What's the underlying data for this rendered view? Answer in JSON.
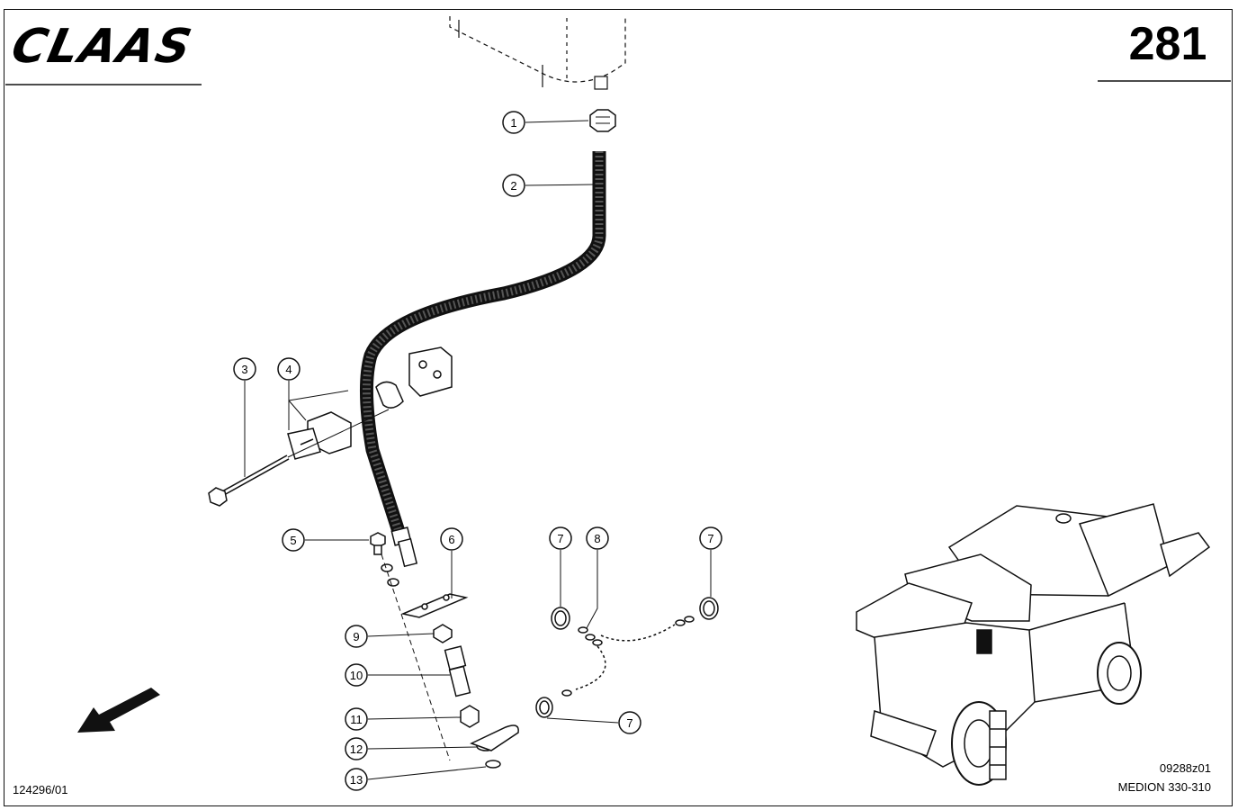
{
  "header": {
    "brand": "CLAAS",
    "page_number": "281"
  },
  "footer": {
    "doc_id": "124296/01",
    "drawing_code": "09288z01",
    "model": "MEDION 330-310"
  },
  "callouts": [
    {
      "id": "c1",
      "label": "1"
    },
    {
      "id": "c2",
      "label": "2"
    },
    {
      "id": "c3",
      "label": "3"
    },
    {
      "id": "c4",
      "label": "4"
    },
    {
      "id": "c5",
      "label": "5"
    },
    {
      "id": "c6",
      "label": "6"
    },
    {
      "id": "c7a",
      "label": "7"
    },
    {
      "id": "c8",
      "label": "8"
    },
    {
      "id": "c7b",
      "label": "7"
    },
    {
      "id": "c9",
      "label": "9"
    },
    {
      "id": "c10",
      "label": "10"
    },
    {
      "id": "c11",
      "label": "11"
    },
    {
      "id": "c12",
      "label": "12"
    },
    {
      "id": "c13",
      "label": "13"
    },
    {
      "id": "c7c",
      "label": "7"
    }
  ]
}
